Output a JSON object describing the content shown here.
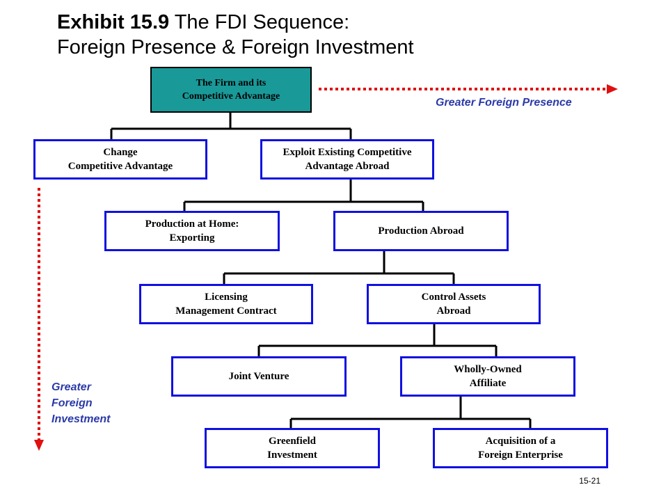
{
  "title": {
    "bold": "Exhibit 15.9",
    "line1_rest": " The FDI Sequence:",
    "line2": "Foreign Presence & Foreign Investment"
  },
  "nodes": {
    "root": [
      "The Firm and its",
      "Competitive Advantage"
    ],
    "change": [
      "Change",
      "Competitive Advantage"
    ],
    "exploit": [
      "Exploit Existing Competitive",
      "Advantage Abroad"
    ],
    "home": [
      "Production at Home:",
      "Exporting"
    ],
    "abroad": [
      "Production Abroad"
    ],
    "licensing": [
      "Licensing",
      "Management Contract"
    ],
    "control": [
      "Control Assets",
      "Abroad"
    ],
    "jv": [
      "Joint Venture"
    ],
    "wholly": [
      "Wholly-Owned",
      "Affiliate"
    ],
    "greenfield": [
      "Greenfield",
      "Investment"
    ],
    "acquisition": [
      "Acquisition of a",
      "Foreign Enterprise"
    ]
  },
  "labels": {
    "presence": "Greater Foreign Presence",
    "investment": [
      "Greater",
      "Foreign",
      "Investment"
    ]
  },
  "colors": {
    "root_fill": "#1a9999",
    "box_border": "#1010e0",
    "arrow": "#e01010",
    "label_text": "#2b3aa8"
  },
  "page_number": "15-21"
}
